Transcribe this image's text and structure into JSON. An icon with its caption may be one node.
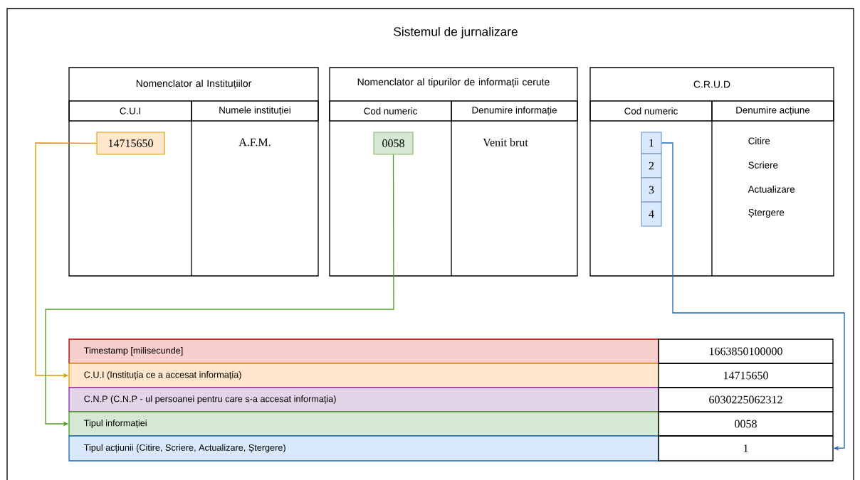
{
  "diagram": {
    "title": "Sistemul de jurnalizare",
    "nodes": [
      {
        "text": [
          "Nomenclator al Instituțiilor"
        ]
      },
      {
        "text": [
          "C.U.I"
        ],
        "in": 0
      },
      {
        "text": [
          "Numele instituției"
        ],
        "in": 0
      },
      {
        "text": [
          "14715650"
        ],
        "in": 0
      },
      {
        "text": [
          "Nomenclator al tipurilor de informații cerute"
        ]
      },
      {
        "text": [
          "Cod numeric"
        ],
        "in": 4
      },
      {
        "text": [
          "Denumire informație"
        ],
        "in": 4
      },
      {
        "text": [
          "0058"
        ],
        "in": 4
      },
      {
        "text": [
          "C.R.U.D"
        ]
      },
      {
        "text": [
          "Cod numeric"
        ],
        "in": 8
      },
      {
        "text": [
          "Denumire acțiune"
        ],
        "in": 8
      },
      {
        "text": [
          "1"
        ],
        "in": 8
      },
      {
        "text": [
          "2"
        ],
        "in": 8
      },
      {
        "text": [
          "3"
        ],
        "in": 8
      },
      {
        "text": [
          "4"
        ],
        "in": 8
      },
      {
        "text": [
          "Timestamp [milisecunde]"
        ]
      },
      {
        "text": [
          "C.U.I (Instituția ce a accesat informația)"
        ]
      },
      {
        "text": [
          "C.N.P (C.N.P - ul persoanei pentru care s-a accesat informația)"
        ]
      },
      {
        "text": [
          "Tipul informației"
        ]
      },
      {
        "text": [
          "Tipul acțiunii (Citire, Scriere, Actualizare, Ștergere)"
        ]
      },
      {
        "text": [
          "1663850100000"
        ]
      },
      {
        "text": [
          "14715650"
        ]
      },
      {
        "text": [
          "6030225062312"
        ]
      },
      {
        "text": [
          "0058"
        ]
      },
      {
        "text": [
          "1"
        ]
      }
    ],
    "edges": [
      {
        "from": 3,
        "to": 16,
        "arrow": "to",
        "color": "#d79b00"
      },
      {
        "from": 7,
        "to": 18,
        "arrow": "to",
        "color": "#4d9a1e"
      },
      {
        "from": 11,
        "to": 24,
        "arrow": "to",
        "color": "#1f66c0"
      }
    ],
    "labels": [
      "A.F.M.",
      "Venit brut",
      "Citire",
      "Scriere",
      "Actualizare",
      "Ștergere"
    ]
  }
}
